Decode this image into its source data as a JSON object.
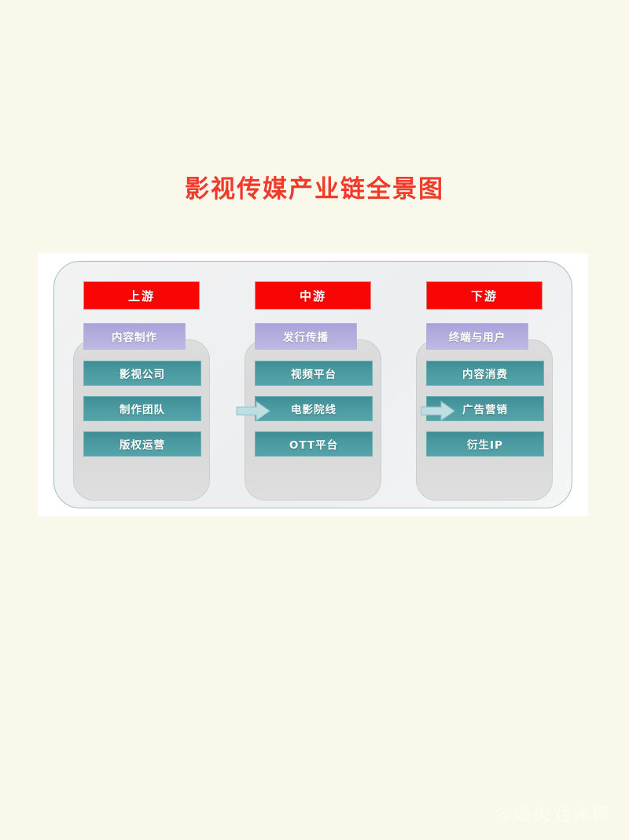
{
  "page": {
    "title": "影视传媒产业链全景图",
    "background_color": "#faf8ea",
    "title_color": "#ef3b2c",
    "panel_color": "#ffffff"
  },
  "watermark": {
    "text": "@烽火戏诸侯"
  },
  "colors": {
    "stage_header": "#fa0505",
    "category_label": "#b2aedd",
    "item_box": "#4a9ba1",
    "group_box": "#dcdcdc",
    "frame_border": "#9fc0c2",
    "arrow": "#b8dde0"
  },
  "diagram": {
    "columns": [
      {
        "stage": "上游",
        "category": "内容制作",
        "items": [
          "影视公司",
          "制作团队",
          "版权运营"
        ]
      },
      {
        "stage": "中游",
        "category": "发行传播",
        "items": [
          "视频平台",
          "电影院线",
          "OTT平台"
        ]
      },
      {
        "stage": "下游",
        "category": "终端与用户",
        "items": [
          "内容消费",
          "广告营销",
          "衍生IP"
        ]
      }
    ],
    "connectors": [
      {
        "from": "上游",
        "to": "中游",
        "icon": "arrow-right-icon"
      },
      {
        "from": "中游",
        "to": "下游",
        "icon": "arrow-right-icon"
      }
    ]
  }
}
